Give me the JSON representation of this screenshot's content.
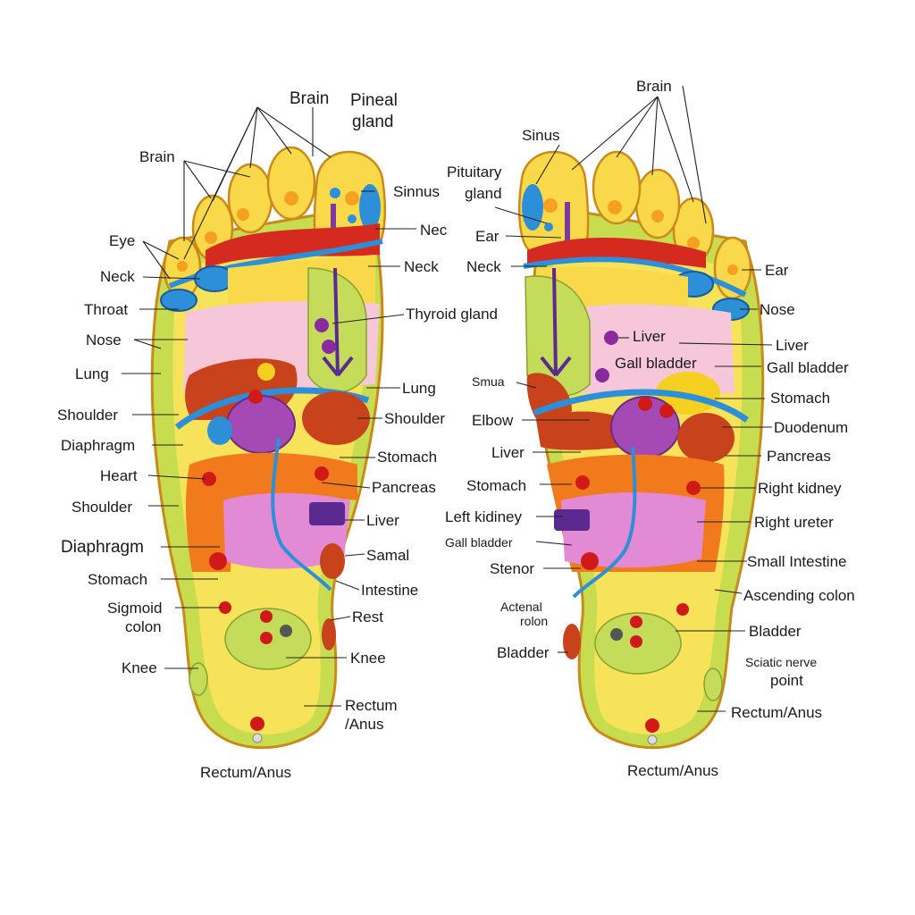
{
  "colors": {
    "sole": "#f6e35a",
    "sole_rim": "#c7dc4f",
    "toe": "#f9d94a",
    "pink_zone": "#f5c7d8",
    "liver": "#c8421c",
    "kidney": "#a54ab4",
    "intestine": "#f07a1c",
    "small_intestine": "#e28ad4",
    "vessel": "#2d8fd8",
    "point_red": "#d01a1a",
    "green_zone": "#c4dc5a"
  },
  "left_foot": {
    "labels": [
      {
        "id": "brain_top",
        "text": "Brain"
      },
      {
        "id": "pineal_1",
        "text": "Pineal"
      },
      {
        "id": "pineal_2",
        "text": "gland"
      },
      {
        "id": "brain_side",
        "text": "Brain"
      },
      {
        "id": "sinnus",
        "text": "Sinnus"
      },
      {
        "id": "nec",
        "text": "Nec"
      },
      {
        "id": "eye",
        "text": "Eye"
      },
      {
        "id": "neck_l",
        "text": "Neck"
      },
      {
        "id": "neck_r",
        "text": "Neck"
      },
      {
        "id": "throat",
        "text": "Throat"
      },
      {
        "id": "thyroid",
        "text": "Thyroid gland"
      },
      {
        "id": "nose",
        "text": "Nose"
      },
      {
        "id": "lung_l",
        "text": "Lung"
      },
      {
        "id": "lung_r",
        "text": "Lung"
      },
      {
        "id": "shoulder_l",
        "text": "Shoulder"
      },
      {
        "id": "shoulder_r",
        "text": "Shoulder"
      },
      {
        "id": "diaphragm_1",
        "text": "Diaphragm"
      },
      {
        "id": "stomach_r",
        "text": "Stomach"
      },
      {
        "id": "heart",
        "text": "Heart"
      },
      {
        "id": "pancreas",
        "text": "Pancreas"
      },
      {
        "id": "shoulder_l2",
        "text": "Shoulder"
      },
      {
        "id": "liver",
        "text": "Liver"
      },
      {
        "id": "diaphragm_2",
        "text": "Diaphragm"
      },
      {
        "id": "samal",
        "text": "Samal"
      },
      {
        "id": "stomach_l",
        "text": "Stomach"
      },
      {
        "id": "intestine",
        "text": "Intestine"
      },
      {
        "id": "sigmoid_1",
        "text": "Sigmoid"
      },
      {
        "id": "sigmoid_2",
        "text": "colon"
      },
      {
        "id": "rest",
        "text": "Rest"
      },
      {
        "id": "knee_l",
        "text": "Knee"
      },
      {
        "id": "knee_r",
        "text": "Knee"
      },
      {
        "id": "rectum_1",
        "text": "Rectum"
      },
      {
        "id": "rectum_2",
        "text": "/Anus"
      },
      {
        "id": "rectum_bottom",
        "text": "Rectum/Anus"
      }
    ]
  },
  "right_foot": {
    "labels": [
      {
        "id": "brain_top",
        "text": "Brain"
      },
      {
        "id": "sinus",
        "text": "Sinus"
      },
      {
        "id": "pituitary_1",
        "text": "Pituitary"
      },
      {
        "id": "pituitary_2",
        "text": "gland"
      },
      {
        "id": "ear_l",
        "text": "Ear"
      },
      {
        "id": "ear_r",
        "text": "Ear"
      },
      {
        "id": "neck",
        "text": "Neck"
      },
      {
        "id": "nose",
        "text": "Nose"
      },
      {
        "id": "liver_in",
        "text": "Liver"
      },
      {
        "id": "liver_r",
        "text": "Liver"
      },
      {
        "id": "gall_in",
        "text": "Gall bladder"
      },
      {
        "id": "gall_r",
        "text": "Gall bladder"
      },
      {
        "id": "smua",
        "text": "Smua"
      },
      {
        "id": "stomach_r",
        "text": "Stomach"
      },
      {
        "id": "elbow",
        "text": "Elbow"
      },
      {
        "id": "duodenum",
        "text": "Duodenum"
      },
      {
        "id": "liver_l",
        "text": "Liver"
      },
      {
        "id": "pancreas",
        "text": "Pancreas"
      },
      {
        "id": "stomach_l",
        "text": "Stomach"
      },
      {
        "id": "right_kidney",
        "text": "Right kidney"
      },
      {
        "id": "left_kidiney",
        "text": "Left kidiney"
      },
      {
        "id": "right_ureter",
        "text": "Right ureter"
      },
      {
        "id": "gall_l",
        "text": "Gall bladder"
      },
      {
        "id": "small_intestine",
        "text": "Small Intestine"
      },
      {
        "id": "stenor",
        "text": "Stenor"
      },
      {
        "id": "ascending",
        "text": "Ascending colon"
      },
      {
        "id": "actenal_1",
        "text": "Actenal"
      },
      {
        "id": "actenal_2",
        "text": "rolon"
      },
      {
        "id": "bladder_r",
        "text": "Bladder"
      },
      {
        "id": "bladder_l",
        "text": "Bladder"
      },
      {
        "id": "sciatic_1",
        "text": "Sciatic nerve"
      },
      {
        "id": "sciatic_2",
        "text": "point"
      },
      {
        "id": "rectum_r",
        "text": "Rectum/Anus"
      },
      {
        "id": "rectum_bottom",
        "text": "Rectum/Anus"
      }
    ]
  }
}
